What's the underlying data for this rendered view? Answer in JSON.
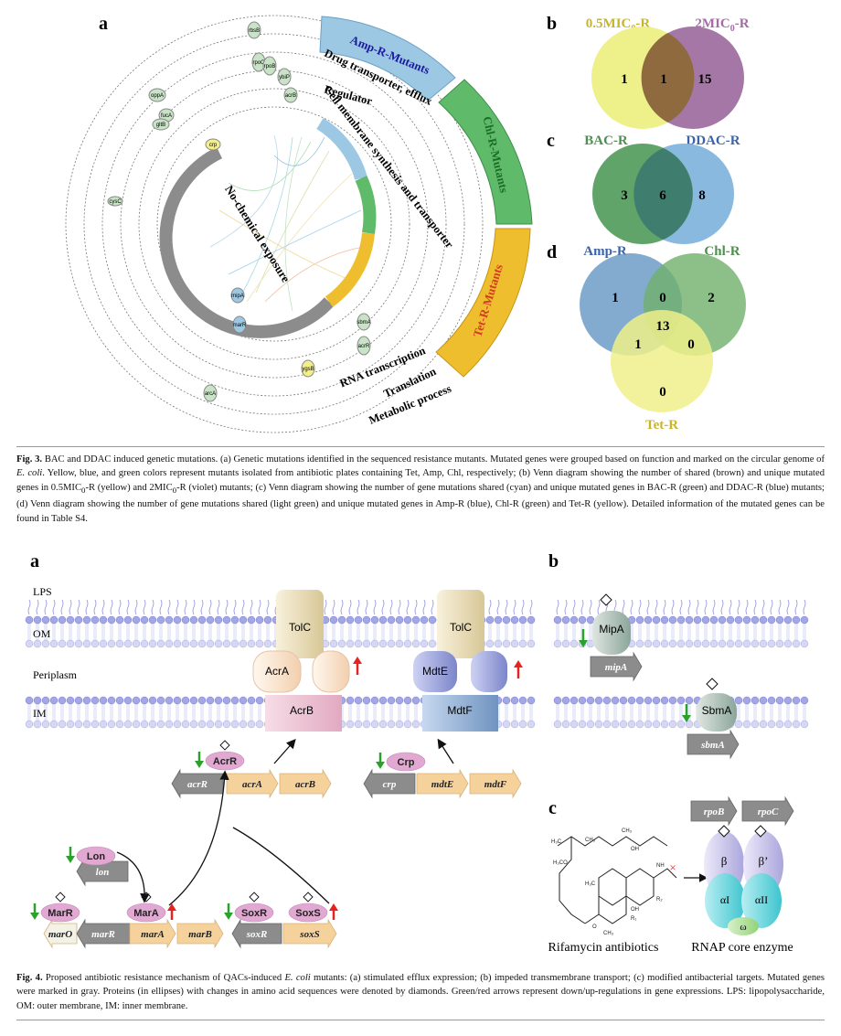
{
  "fig3": {
    "panel_a": "a",
    "panel_b": "b",
    "panel_c": "c",
    "panel_d": "d",
    "sectors": {
      "amp": "Amp-R-Mutants",
      "chl": "Chl-R-Mutants",
      "tet": "Tet-R-Mutants",
      "no_chem": "No-chemical exposure"
    },
    "ring_labels": {
      "drug": "Drug transporter, efflux",
      "regulator": "Regulator",
      "cell": "Cell membrane synthesis and transporter",
      "rna": "RNA transcription",
      "translation": "Translation",
      "metabolic": "Metabolic process"
    },
    "genes": [
      "rbsB",
      "rpoC",
      "rpoB",
      "ybiP",
      "acrB",
      "oppA",
      "fucA",
      "gltB",
      "crp",
      "cysC",
      "mipA",
      "marR",
      "sbmA",
      "acrR",
      "ygsB",
      "arcA"
    ],
    "venn_b": {
      "left_label": "0.5MIC",
      "left_sub": "0",
      "left_suffix": "-R",
      "right_label": "2MIC",
      "right_sub": "0",
      "right_suffix": "-R",
      "left": "1",
      "both": "1",
      "right": "15"
    },
    "venn_c": {
      "left_label": "BAC-R",
      "right_label": "DDAC-R",
      "left": "3",
      "both": "6",
      "right": "8"
    },
    "venn_d": {
      "a_label": "Amp-R",
      "b_label": "Chl-R",
      "c_label": "Tet-R",
      "a": "1",
      "ab": "0",
      "b": "2",
      "abc": "13",
      "ac": "1",
      "bc": "0",
      "c": "0"
    },
    "caption": {
      "label": "Fig. 3.",
      "text_1": " BAC and DDAC induced genetic mutations. (a) Genetic mutations identified in the sequenced resistance mutants. Mutated genes were grouped based on function and marked on the circular genome of ",
      "ecoli": "E. coli",
      "text_2": ". Yellow, blue, and green colors represent mutants isolated from antibiotic plates containing Tet, Amp, Chl, respectively; (b) Venn diagram showing the number of shared (brown) and unique mutated genes in 0.5MIC",
      "sub0a": "0",
      "text_3": "-R (yellow) and 2MIC",
      "sub0b": "0",
      "text_4": "-R (violet) mutants; (c) Venn diagram showing the number of gene mutations shared (cyan) and unique mutated genes in BAC-R (green) and DDAC-R (blue) mutants; (d) Venn diagram showing the number of gene mutations shared (light green) and unique mutated genes in Amp-R (blue), Chl-R (green) and Tet-R (yellow). Detailed information of the mutated genes can be found in Table S4."
    }
  },
  "fig4": {
    "panel_a": "a",
    "panel_b": "b",
    "panel_c": "c",
    "layers": {
      "lps": "LPS",
      "om": "OM",
      "periplasm": "Periplasm",
      "im": "IM"
    },
    "proteins": {
      "tolc": "TolC",
      "acra": "AcrA",
      "acrb": "AcrB",
      "mdte": "MdtE",
      "mdtf": "MdtF",
      "mipa": "MipA",
      "sbma": "SbmA"
    },
    "regulators": {
      "acrr": "AcrR",
      "crp": "Crp",
      "lon": "Lon",
      "marr": "MarR",
      "mara": "MarA",
      "soxr": "SoxR",
      "soxs": "SoxS"
    },
    "genes": {
      "acrR": "acrR",
      "acrA": "acrA",
      "acrB": "acrB",
      "crp": "crp",
      "mdtE": "mdtE",
      "mdtF": "mdtF",
      "lon": "lon",
      "marO": "marO",
      "marR": "marR",
      "marA": "marA",
      "marB": "marB",
      "soxR": "soxR",
      "soxS": "soxS",
      "mipA": "mipA",
      "sbmA": "sbmA",
      "rpoB": "rpoB",
      "rpoC": "rpoC"
    },
    "rnap": {
      "beta": "β",
      "beta_prime": "β’",
      "alpha1": "αI",
      "alpha2": "αII",
      "omega": "ω",
      "label": "RNAP core enzyme"
    },
    "rifamycin_label": "Rifamycin antibiotics",
    "caption": {
      "label": "Fig. 4.",
      "text_1": " Proposed antibiotic resistance mechanism of QACs-induced ",
      "ecoli": "E. coli",
      "text_2": " mutants: (a) stimulated efflux expression; (b) impeded transmembrane transport; (c) modified antibacterial targets. Mutated genes were marked in gray. Proteins (in ellipses) with changes in amino acid sequences were denoted by diamonds. Green/red arrows represent down/up-regulations in gene expressions. LPS: lipopolysaccharide, OM: outer membrane, IM: inner membrane."
    }
  },
  "colors": {
    "amp": "#9dc8e3",
    "chl": "#5fba6a",
    "tet": "#efbe2f",
    "venn_yellow": "#eef08a",
    "venn_violet": "#a577a6",
    "venn_brown": "#8f6a3f",
    "venn_green": "#4f9a5a",
    "venn_blue": "#8ab9e0",
    "gray_gene": "#8c8c8c",
    "orange_gene": "#f5d29b",
    "up": "#e52421",
    "down": "#2aa22a"
  }
}
